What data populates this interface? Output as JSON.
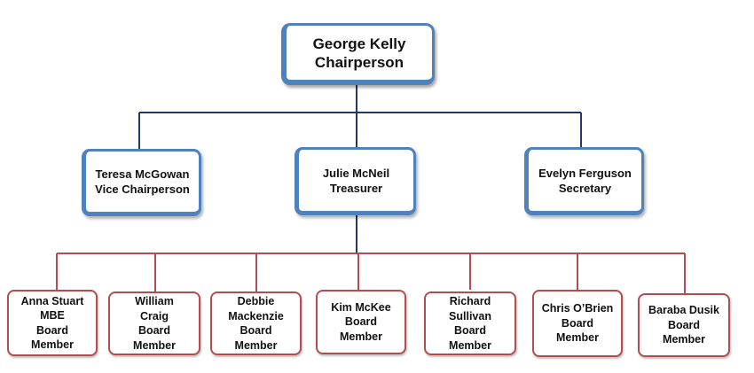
{
  "colors": {
    "top_connector": "#1f3864",
    "bottom_connector": "#b24d50",
    "box_border_blue": "#4f81bd",
    "box_border_red": "#b24d50"
  },
  "org_chart": {
    "chair": {
      "name": "George Kelly",
      "role": "Chairperson"
    },
    "officers": [
      {
        "name": "Teresa McGowan",
        "role": "Vice Chairperson"
      },
      {
        "name": "Julie McNeil",
        "role": "Treasurer"
      },
      {
        "name": "Evelyn Ferguson",
        "role": "Secretary"
      }
    ],
    "board_members": [
      {
        "label": "Anna Stuart\nMBE\nBoard\nMember"
      },
      {
        "label": "William\nCraig\nBoard\nMember"
      },
      {
        "label": "Debbie\nMackenzie\nBoard\nMember"
      },
      {
        "label": "Kim McKee\nBoard\nMember"
      },
      {
        "label": "Richard\nSullivan\nBoard\nMember"
      },
      {
        "label": "Chris O’Brien\nBoard\nMember"
      },
      {
        "label": "Baraba Dusik\nBoard\nMember"
      }
    ]
  }
}
